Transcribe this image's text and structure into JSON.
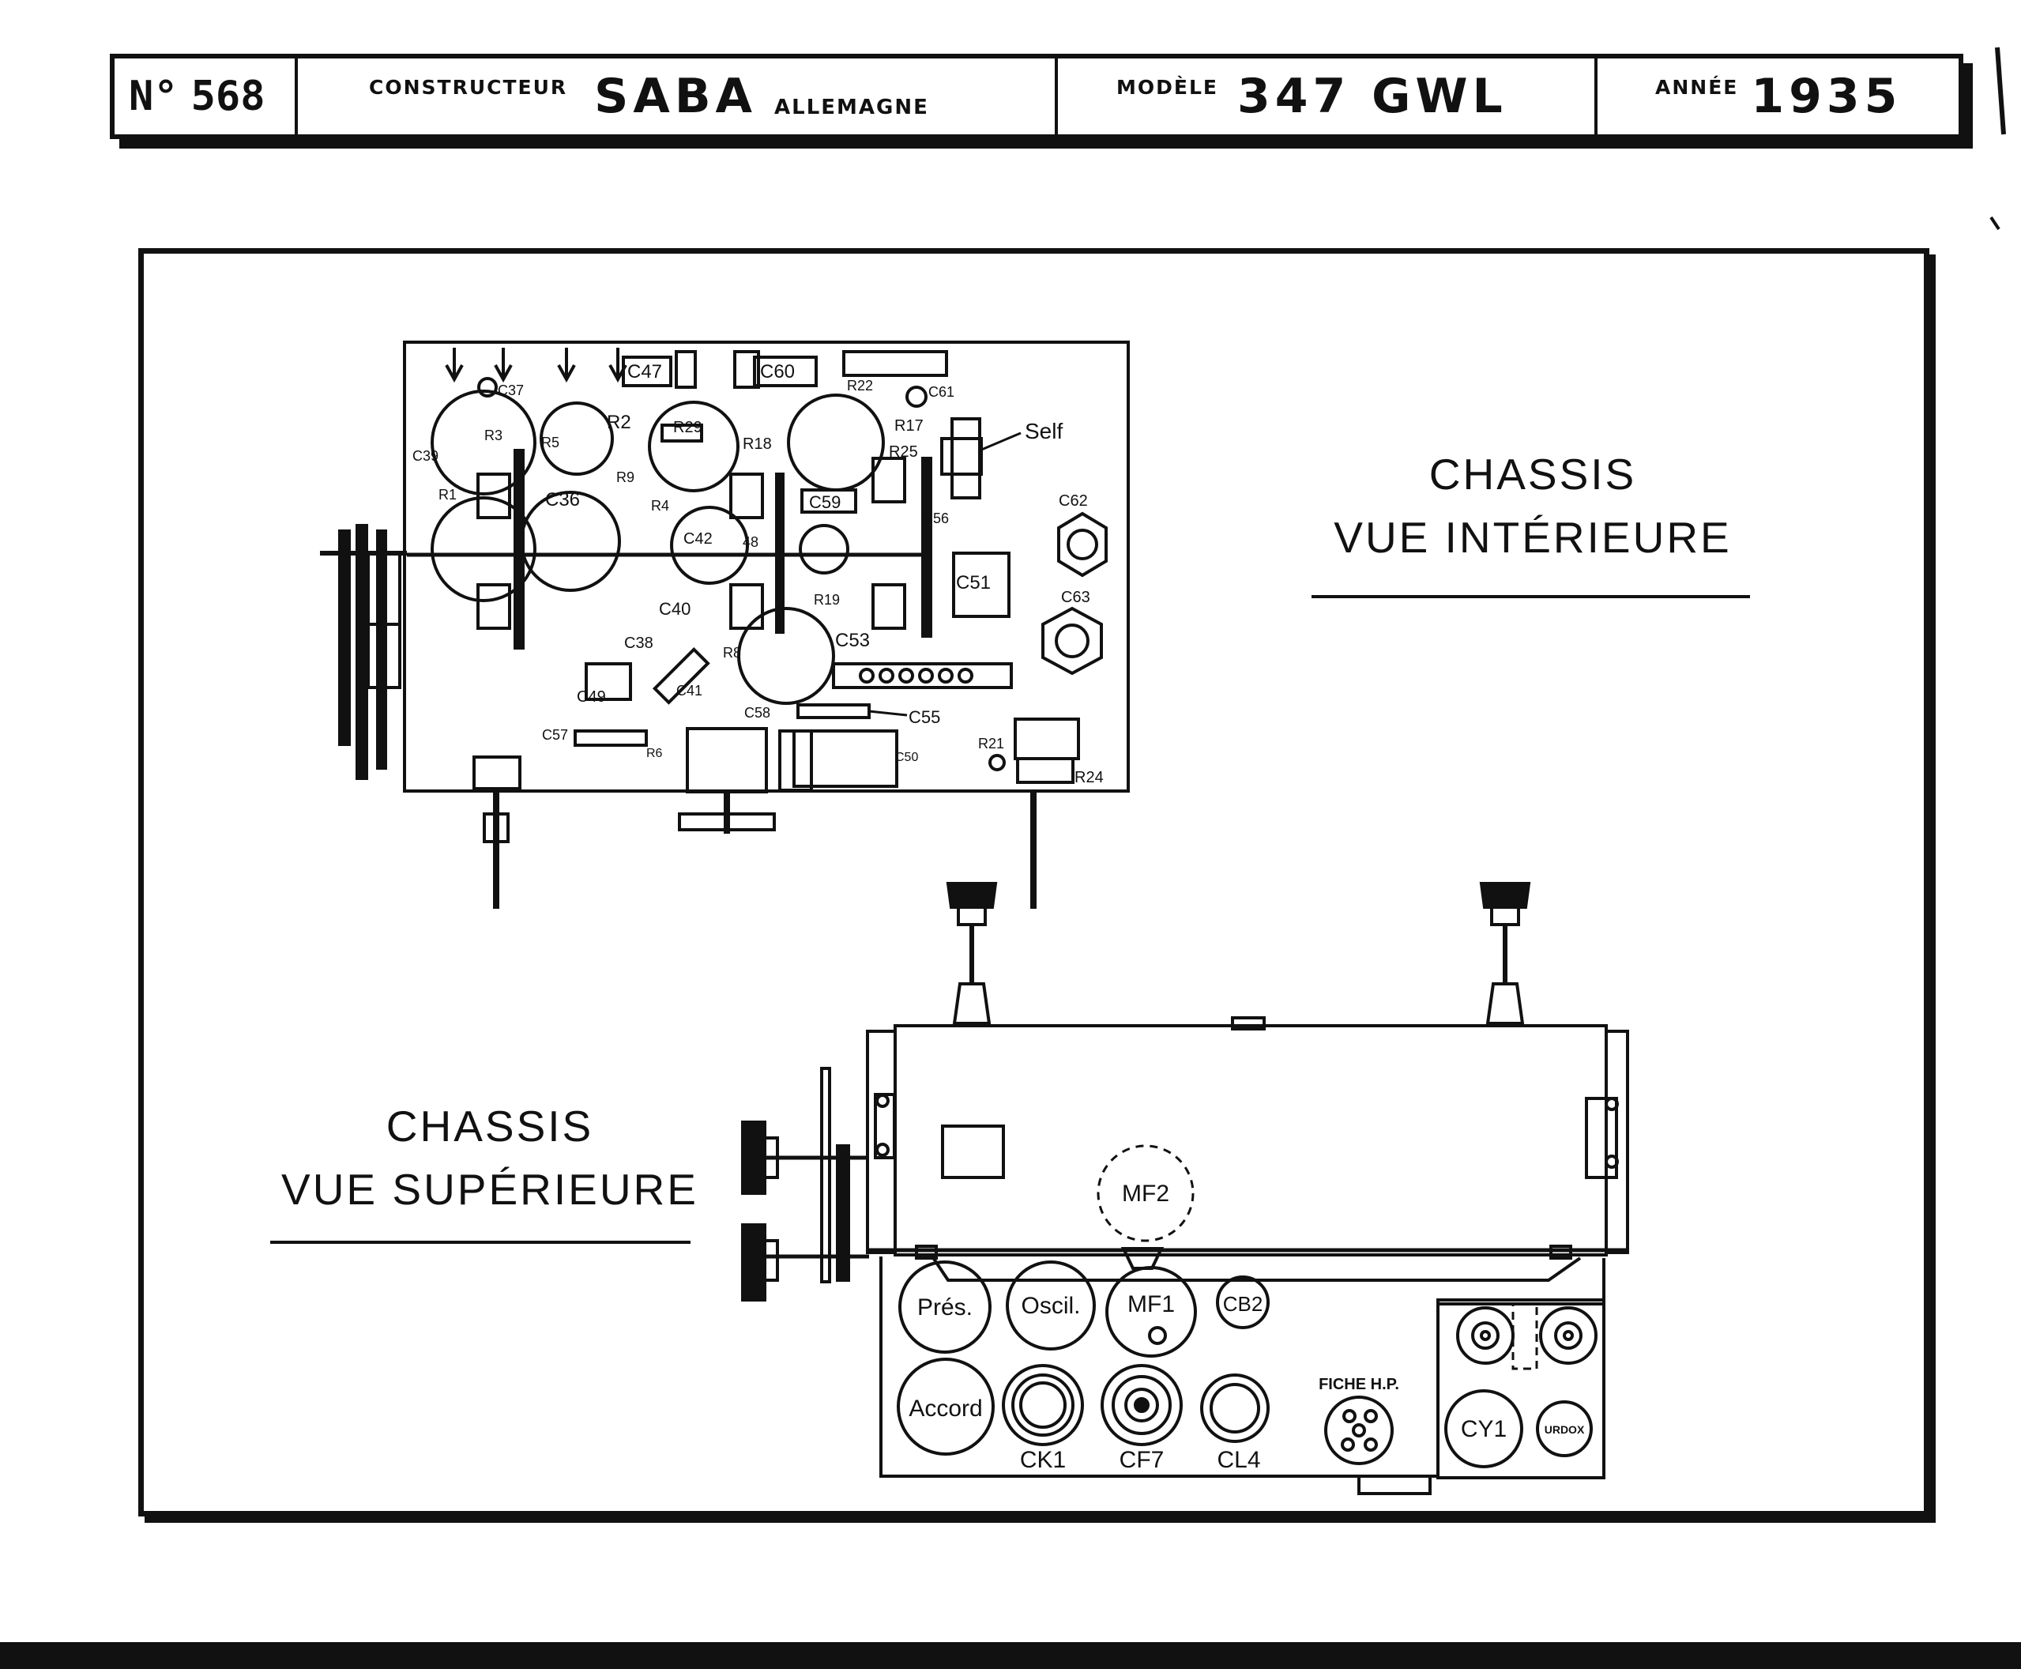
{
  "header": {
    "number_label": "N°",
    "number": "568",
    "maker_label": "CONSTRUCTEUR",
    "maker": "SABA",
    "country": "ALLEMAGNE",
    "model_label": "MODÈLE",
    "model": "347 GWL",
    "year_label": "ANNÉE",
    "year": "1935"
  },
  "captions": {
    "interior_line1": "CHASSIS",
    "interior_line2": "VUE INTÉRIEURE",
    "top_line1": "CHASSIS",
    "top_line2": "VUE SUPÉRIEURE"
  },
  "interior_labels": {
    "c47": "C47",
    "c60": "C60",
    "r22": "R22",
    "c61": "C61",
    "c37": "C37",
    "r2": "R2",
    "r29": "R29",
    "r17": "R17",
    "self": "Self",
    "r3": "R3",
    "r5": "R5",
    "c39": "C39",
    "r18": "R18",
    "r25": "R25",
    "r9": "R9",
    "r1": "R1",
    "c36": "C36",
    "r4": "R4",
    "c59": "C59",
    "c62": "C62",
    "c56": "C56",
    "c42": "C42",
    "c48": "48",
    "c51": "C51",
    "c63": "C63",
    "r19": "R19",
    "c40": "C40",
    "c53": "C53",
    "c38": "C38",
    "r8": "R8",
    "c41": "C41",
    "c49": "C49",
    "c58": "C58",
    "c55": "C55",
    "c57": "C57",
    "r6": "R6",
    "c50": "C50",
    "r21": "R21",
    "r24": "R24"
  },
  "top_labels": {
    "mf2": "MF2",
    "pres": "Prés.",
    "oscil": "Oscil.",
    "mf1": "MF1",
    "cb2": "CB2",
    "accord": "Accord",
    "ck1": "CK1",
    "cf7": "CF7",
    "cl4": "CL4",
    "fiche": "FICHE H.P.",
    "cy1": "CY1",
    "urdox": "URDOX"
  }
}
